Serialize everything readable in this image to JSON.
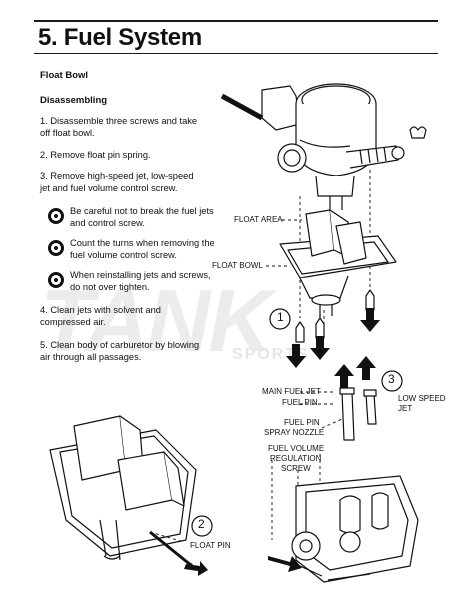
{
  "header": {
    "title": "5. Fuel System"
  },
  "section": {
    "subtitle": "Float Bowl",
    "procedure": "Disassembling"
  },
  "steps": [
    "1.   Disassemble three screws and take off float bowl.",
    "2.   Remove float pin spring.",
    "3.   Remove high-speed jet, low-speed jet and fuel volume control screw.",
    "4.   Clean jets with solvent and compressed air.",
    "5.   Clean body of carburetor by blowing air through all passages."
  ],
  "warnings": [
    "Be careful not to break the fuel jets and control screw.",
    "Count the turns when removing the fuel volume control screw.",
    "When reinstalling jets and screws, do not over tighten."
  ],
  "callouts": {
    "float_area": "FLOAT AREA",
    "float_bowl": "FLOAT BOWL",
    "main_fuel_jet": "MAIN FUEL JET",
    "fuel_pin_1": "FUEL PIN",
    "fuel_pin_spray": "FUEL PIN",
    "spray_nozzle": "SPRAY NOZZLE",
    "fuel_volume": "FUEL VOLUME",
    "regulation": "REGULATION",
    "screw": "SCREW",
    "low_speed": "LOW SPEED",
    "jet": "JET",
    "float_pin": "FLOAT PIN",
    "num1": "1",
    "num2": "2",
    "num3": "3"
  },
  "watermark": {
    "text": "TANK",
    "sub": "SPORTS"
  }
}
